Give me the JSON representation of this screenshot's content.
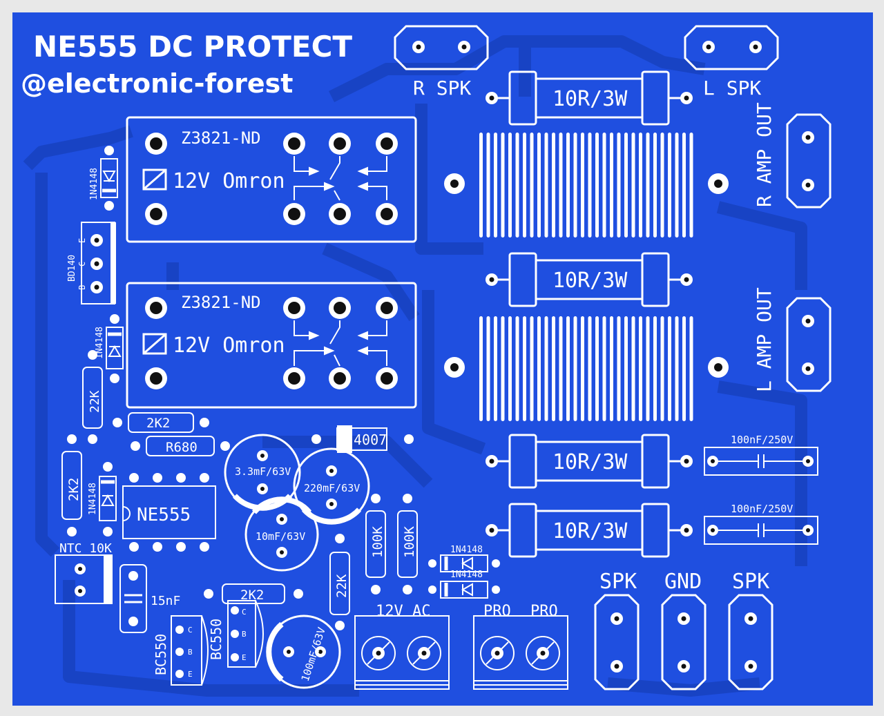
{
  "board": {
    "title": "NE555 DC PROTECT",
    "subtitle": "@electronic-forest",
    "colors": {
      "board": "#1f4fe0",
      "trace": "#1a45cc",
      "silk": "#ffffff",
      "frame": "#e6e6e6"
    }
  },
  "relays": [
    {
      "part": "Z3821-ND",
      "label": "12V Omron"
    },
    {
      "part": "Z3821-ND",
      "label": "12V Omron"
    }
  ],
  "power_resistors": [
    "10R/3W",
    "10R/3W",
    "10R/3W",
    "10R/3W"
  ],
  "connectors": {
    "r_spk": "R SPK",
    "l_spk": "L SPK",
    "r_amp_out": "R AMP OUT",
    "l_amp_out": "L AMP OUT",
    "spk_left": "SPK",
    "gnd": "GND",
    "spk_right": "SPK",
    "ac_in": "12V AC",
    "pro_1": "PRO",
    "pro_2": "PRO"
  },
  "capacitors": {
    "c_3m3": "3.3mF/63V",
    "c_220m": "220mF/63V",
    "c_10m": "10mF/63V",
    "c_100m": "100mF/63V",
    "c_film_1": "100nF/250V",
    "c_film_2": "100nF/250V",
    "c_15n": "15nF"
  },
  "resistors": {
    "r_22k_a": "22K",
    "r_2k2_a": "2K2",
    "r_680": "R680",
    "r_2k2_b": "2K2",
    "r_2k2_c": "2K2",
    "r_22k_b": "22K",
    "r_100k_a": "100K",
    "r_100k_b": "100K"
  },
  "semis": {
    "d1": "1N4148",
    "d2": "1N4148",
    "d3": "1N4148",
    "d4": "1N4148",
    "d5": "1N4148",
    "d_4007": "4007",
    "ic": "NE555",
    "ntc": "NTC 10K",
    "q_bd140": "BD140",
    "q_bc550_a": "BC550",
    "q_bc550_b": "BC550",
    "pin_e": "E",
    "pin_c": "C",
    "pin_b": "B"
  }
}
